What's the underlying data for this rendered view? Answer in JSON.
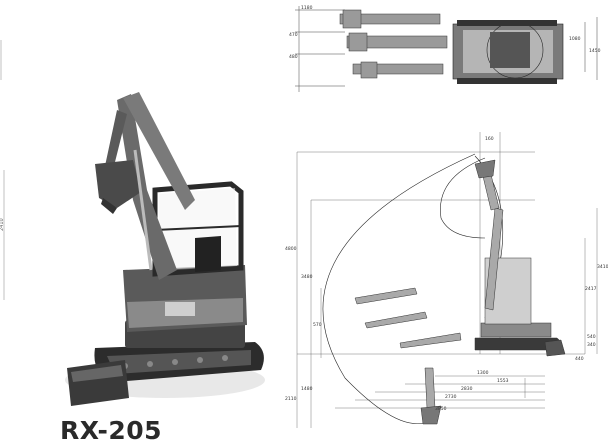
{
  "model": {
    "name": "RX-205"
  },
  "top_view": {
    "dims": {
      "d1": "1180",
      "d2": "470",
      "d3": "480",
      "d4": "1080",
      "d5": "1450"
    }
  },
  "side_view": {
    "dims": {
      "top": "160",
      "h_left_1": "4800",
      "h_left_2": "3480",
      "h_left_3": "570",
      "h_left_4": "1480",
      "h_left_5": "2110",
      "h_right_1": "3410",
      "h_right_2": "2417",
      "h_right_3": "540",
      "h_right_4": "340",
      "h_right_5": "440",
      "b1": "1300",
      "b2": "1553",
      "b3": "2830",
      "b4": "2730",
      "b5": "3850"
    }
  },
  "margin": {
    "label": "2410"
  }
}
